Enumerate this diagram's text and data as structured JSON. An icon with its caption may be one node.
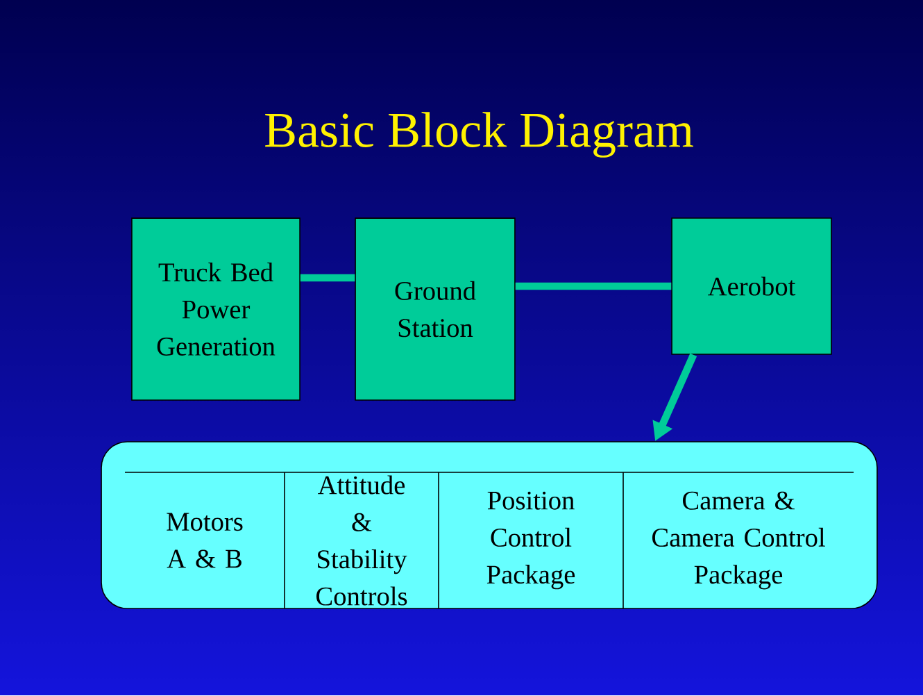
{
  "diagram": {
    "title": "Basic Block Diagram",
    "nodes": [
      {
        "text": [
          "Truck Bed Power Generation"
        ]
      },
      {
        "text": [
          "Ground Station"
        ]
      },
      {
        "text": [
          "Aerobot"
        ]
      },
      {
        "text": [],
        "shape": "box"
      },
      {
        "text": [
          "Motors A & B"
        ],
        "in": 3
      },
      {
        "text": [
          "Attitude & Stability Controls"
        ],
        "in": 3
      },
      {
        "text": [
          "Position Control Package"
        ],
        "in": 3
      },
      {
        "text": [
          "Camera & Camera Control Package"
        ],
        "in": 3
      }
    ],
    "edges": [
      {
        "from": 0,
        "to": 1,
        "arrow": "none"
      },
      {
        "from": 1,
        "to": 2,
        "arrow": "none"
      },
      {
        "from": 2,
        "to": 3,
        "arrow": "to"
      }
    ]
  }
}
